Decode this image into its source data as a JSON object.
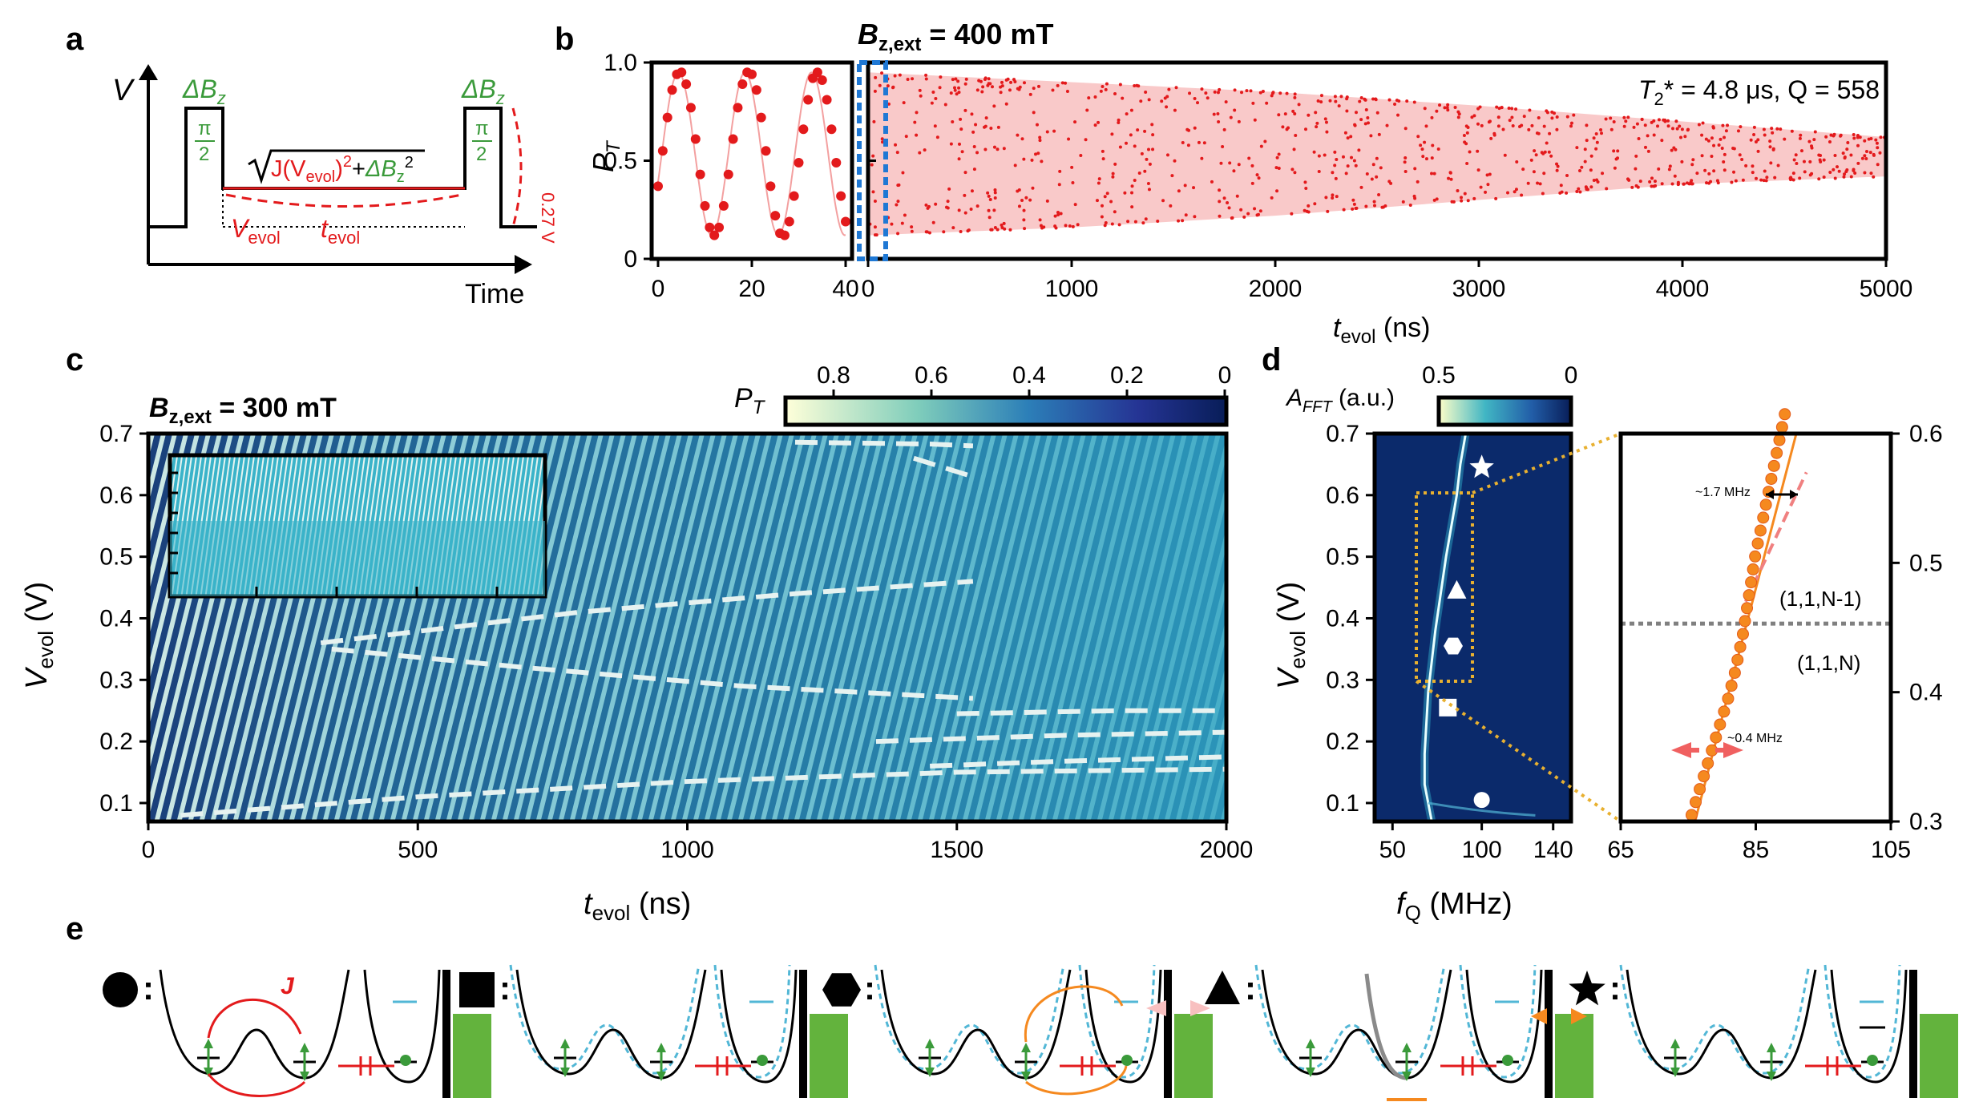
{
  "panels": {
    "a": {
      "label": "a",
      "y_axis": "V",
      "x_axis": "Time",
      "pulse_label_left": "ΔB",
      "pulse_label_left_sub": "z",
      "pulse_label_right": "ΔB",
      "pulse_label_right_sub": "z",
      "pi_half_num": "π",
      "pi_half_den": "2",
      "sqrt_expr_part1": "J(V",
      "sqrt_expr_sub1": "evol",
      "sqrt_expr_part2": ")",
      "sqrt_expr_plus": "+",
      "sqrt_expr_db": "ΔB",
      "sqrt_expr_db_sub": "z",
      "sqrt_expr_sq": "2",
      "v_evol": "V",
      "v_evol_sub": "evol",
      "t_evol": "t",
      "t_evol_sub": "evol",
      "voltage_amp": "0.27 V"
    },
    "b": {
      "label": "b",
      "title_B": "B",
      "title_sub": "z,ext",
      "title_rest": " = 400 mT",
      "y_label": "P",
      "y_label_sub": "T",
      "x_label": "t",
      "x_label_sub": "evol",
      "x_label_unit": " (ns)",
      "annotation": "T",
      "annotation_sub": "2",
      "annotation_rest": "* = 4.8 μs, Q = 558",
      "left_xticks": [
        "0",
        "20",
        "40"
      ],
      "right_xticks": [
        "0",
        "1000",
        "2000",
        "3000",
        "4000",
        "5000"
      ],
      "yticks": [
        "0",
        "0.5",
        "1.0"
      ]
    },
    "c": {
      "label": "c",
      "title_B": "B",
      "title_sub": "z,ext",
      "title_rest": " = 300 mT",
      "colorbar_label": "P",
      "colorbar_label_sub": "T",
      "colorbar_ticks": [
        "0.8",
        "0.6",
        "0.4",
        "0.2",
        "0"
      ],
      "y_label": "V",
      "y_label_sub": "evol",
      "y_label_unit": " (V)",
      "x_label": "t",
      "x_label_sub": "evol",
      "x_label_unit": " (ns)",
      "xticks": [
        "0",
        "500",
        "1000",
        "1500",
        "2000"
      ],
      "yticks": [
        "0.1",
        "0.2",
        "0.3",
        "0.4",
        "0.5",
        "0.6",
        "0.7"
      ]
    },
    "d": {
      "label": "d",
      "colorbar_label": "A",
      "colorbar_label_sub": "FFT",
      "colorbar_label_unit": " (a.u.)",
      "colorbar_ticks": [
        "0.5",
        "0"
      ],
      "y_label": "V",
      "y_label_sub": "evol",
      "y_label_unit": " (V)",
      "x_label": "f",
      "x_label_sub": "Q",
      "x_label_unit": " (MHz)",
      "left_xticks": [
        "50",
        "100",
        "140"
      ],
      "left_yticks": [
        "0.1",
        "0.2",
        "0.3",
        "0.4",
        "0.5",
        "0.6",
        "0.7"
      ],
      "zoom_xticks": [
        "65",
        "85",
        "105"
      ],
      "zoom_yticks": [
        "0.3",
        "0.4",
        "0.5",
        "0.6"
      ],
      "ann_top": "~1.7 MHz",
      "ann_bottom": "~0.4 MHz",
      "state_upper": "(1,1,N-1)",
      "state_lower": "(1,1,N)"
    },
    "e": {
      "label": "e",
      "exchange_label": "J",
      "colon": ":"
    }
  },
  "colors": {
    "red": "#e31a1c",
    "pink": "#f8c0c0",
    "green": "#3a9a3a",
    "dash_blue": "#1f78d4",
    "orange": "#f5891f",
    "dotted_gold": "#e8b030",
    "well_green": "#63b33d",
    "cyan": "#52b7d6",
    "navy": "#0b1e5a"
  },
  "chart_data": [
    {
      "type": "scatter",
      "title": "B z,ext = 400 mT",
      "xlabel": "t evol (ns)",
      "ylabel": "P T",
      "segments": [
        {
          "xlim": [
            0,
            40
          ],
          "x": [
            0,
            1,
            2,
            3,
            4,
            5,
            6,
            7,
            8,
            9,
            10,
            11,
            12,
            13,
            14,
            15,
            16,
            17,
            18,
            19,
            20,
            21,
            22,
            23,
            24,
            25,
            26,
            27,
            28,
            29,
            30,
            31,
            32,
            33,
            34,
            35,
            36,
            37,
            38,
            39,
            40
          ],
          "y": [
            0.37,
            0.55,
            0.72,
            0.86,
            0.94,
            0.95,
            0.89,
            0.77,
            0.61,
            0.43,
            0.27,
            0.16,
            0.12,
            0.16,
            0.27,
            0.43,
            0.61,
            0.77,
            0.89,
            0.95,
            0.94,
            0.86,
            0.72,
            0.55,
            0.37,
            0.22,
            0.13,
            0.12,
            0.19,
            0.32,
            0.49,
            0.66,
            0.81,
            0.92,
            0.95,
            0.91,
            0.81,
            0.66,
            0.49,
            0.32,
            0.19
          ]
        },
        {
          "xlim": [
            0,
            5000
          ],
          "envelope_upper": [
            [
              0,
              0.95
            ],
            [
              1000,
              0.9
            ],
            [
              2000,
              0.85
            ],
            [
              3000,
              0.78
            ],
            [
              4000,
              0.7
            ],
            [
              5000,
              0.62
            ]
          ],
          "envelope_lower": [
            [
              0,
              0.12
            ],
            [
              1000,
              0.16
            ],
            [
              2000,
              0.22
            ],
            [
              3000,
              0.3
            ],
            [
              4000,
              0.38
            ],
            [
              5000,
              0.42
            ]
          ]
        }
      ],
      "ylim": [
        0,
        1.0
      ],
      "T2_star_us": 4.8,
      "Q": 558
    },
    {
      "type": "heatmap",
      "title": "B z,ext = 300 mT",
      "xlabel": "t evol (ns)",
      "ylabel": "V evol (V)",
      "xlim": [
        0,
        2000
      ],
      "ylim": [
        0.07,
        0.7
      ],
      "colorbar": "P T",
      "colorbar_range": [
        0,
        0.9
      ]
    },
    {
      "type": "heatmap",
      "xlabel": "f Q (MHz)",
      "ylabel": "V evol (V)",
      "xlim": [
        40,
        150
      ],
      "ylim": [
        0.07,
        0.7
      ],
      "colorbar": "A FFT (a.u.)",
      "colorbar_range": [
        0,
        0.5
      ],
      "ridge": {
        "x": [
          72,
          70,
          68,
          68,
          69,
          70,
          72,
          74,
          76,
          78,
          80,
          83,
          86,
          88,
          91
        ],
        "y": [
          0.07,
          0.1,
          0.13,
          0.18,
          0.23,
          0.28,
          0.33,
          0.38,
          0.42,
          0.46,
          0.5,
          0.55,
          0.6,
          0.65,
          0.7
        ]
      },
      "markers": [
        {
          "symbol": "circle",
          "x": 100,
          "y": 0.105
        },
        {
          "symbol": "square",
          "x": 81,
          "y": 0.255
        },
        {
          "symbol": "hexagon",
          "x": 84,
          "y": 0.355
        },
        {
          "symbol": "triangle",
          "x": 86,
          "y": 0.445
        },
        {
          "symbol": "star",
          "x": 100,
          "y": 0.645
        }
      ]
    },
    {
      "type": "scatter",
      "xlabel": "",
      "ylabel": "",
      "xlim": [
        65,
        105
      ],
      "ylim": [
        0.3,
        0.6
      ],
      "x": [
        75.5,
        76.1,
        76.7,
        77.3,
        77.9,
        78.5,
        79.1,
        79.7,
        80.3,
        80.9,
        81.4,
        81.9,
        82.3,
        82.7,
        83.1,
        83.4,
        83.7,
        84.0,
        84.3,
        84.6,
        84.9,
        85.3,
        85.7,
        86.1,
        86.5,
        86.9,
        87.3,
        87.7,
        88.1,
        88.5,
        88.9,
        89.3
      ],
      "y": [
        0.305,
        0.315,
        0.325,
        0.335,
        0.345,
        0.355,
        0.365,
        0.375,
        0.385,
        0.395,
        0.405,
        0.415,
        0.425,
        0.435,
        0.445,
        0.455,
        0.465,
        0.475,
        0.485,
        0.495,
        0.505,
        0.515,
        0.525,
        0.535,
        0.545,
        0.555,
        0.565,
        0.575,
        0.585,
        0.595,
        0.605,
        0.615
      ]
    }
  ]
}
